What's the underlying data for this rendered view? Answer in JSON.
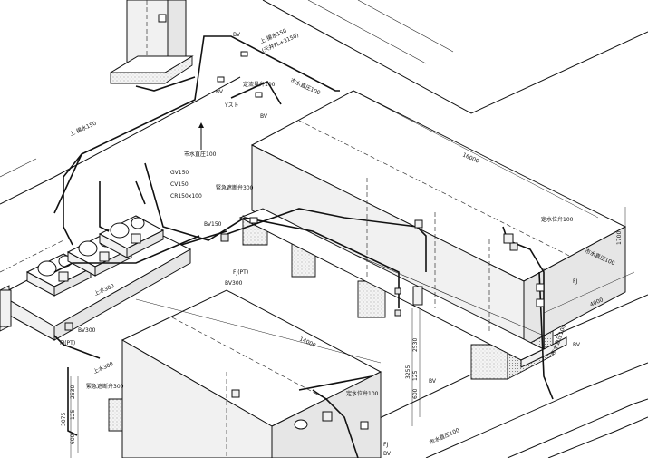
{
  "labels": {
    "bv_top": "BV",
    "joyo_150": "上 揚水150",
    "fl_note": "(天井FL+3150)",
    "shisui_100_top": "市水直圧100",
    "bv_mid": "BV",
    "teiryu": "定流量弁100",
    "ysuto": "Yスト",
    "bv_mid2": "BV",
    "shisui_100_left": "市水直圧100",
    "joyo_150_left": "上 揚水150",
    "gv150": "GV150",
    "cv150": "CV150",
    "cr150": "CR150x100",
    "kinkyu_300_top": "緊急遮断弁300",
    "bv150": "BV150",
    "fj_pt_mid": "FJ(PT)",
    "bv300_mid": "BV300",
    "josui_300_diag": "上水300",
    "bv300_left": "BV300",
    "fj_pt_left": "FJ(PT)",
    "josui_300_left": "上水300",
    "kinkyu_300_left": "緊急遮断弁300",
    "teisui_right_top": "定水位弁100",
    "fj_right": "FJ",
    "bv_right": "BV",
    "shisui_right": "市水直圧100",
    "teisui_center": "定水位弁100",
    "fj_bottom": "FJ",
    "bv_bottom": "BV",
    "bv_small": "BV",
    "shisui_bottom": "市水直圧100"
  },
  "dimensions": {
    "d16000": "16000",
    "d14000": "14000",
    "d4000": "4000",
    "d1700": "1700",
    "d2530_r": "2530",
    "d3255": "3255",
    "d125_r": "125",
    "d600_r": "600",
    "d2530_l": "2530",
    "d125_l": "125",
    "d3075": "3075",
    "d600_l": "600"
  }
}
